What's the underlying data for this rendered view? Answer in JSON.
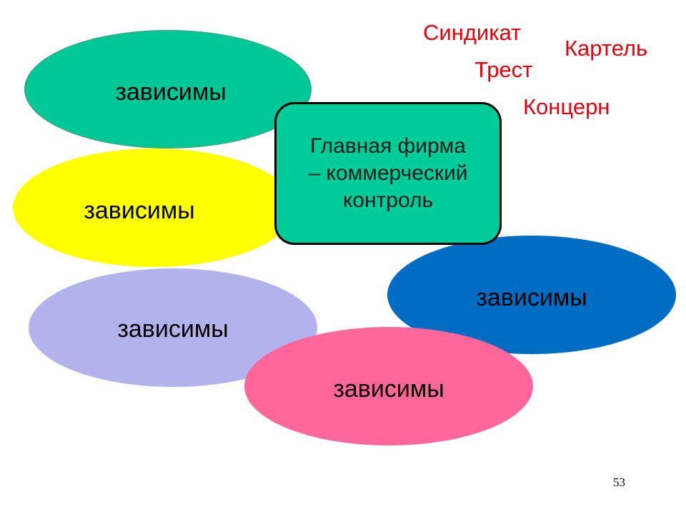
{
  "colors": {
    "teal": "#00c796",
    "yellow": "#ffff00",
    "lavender": "#b2b2ec",
    "pink": "#ff6699",
    "blue": "#006cc2",
    "main_box": "#00cc99",
    "tag_red": "#e8000b"
  },
  "dependents": [
    {
      "label": "зависимы",
      "color": "#00c796"
    },
    {
      "label": "зависимы",
      "color": "#ffff00"
    },
    {
      "label": "зависимы",
      "color": "#b2b2ec"
    },
    {
      "label": "зависимы",
      "color": "#ff6699"
    },
    {
      "label": "зависимы",
      "color": "#006cc2"
    }
  ],
  "main_box": {
    "lines": [
      "Главная фирма",
      "– коммерческий",
      "контроль"
    ]
  },
  "tags": {
    "syndicate": "Синдикат",
    "cartel": "Картель",
    "trust": "Трест",
    "concern": "Концерн"
  },
  "page_number": "53"
}
